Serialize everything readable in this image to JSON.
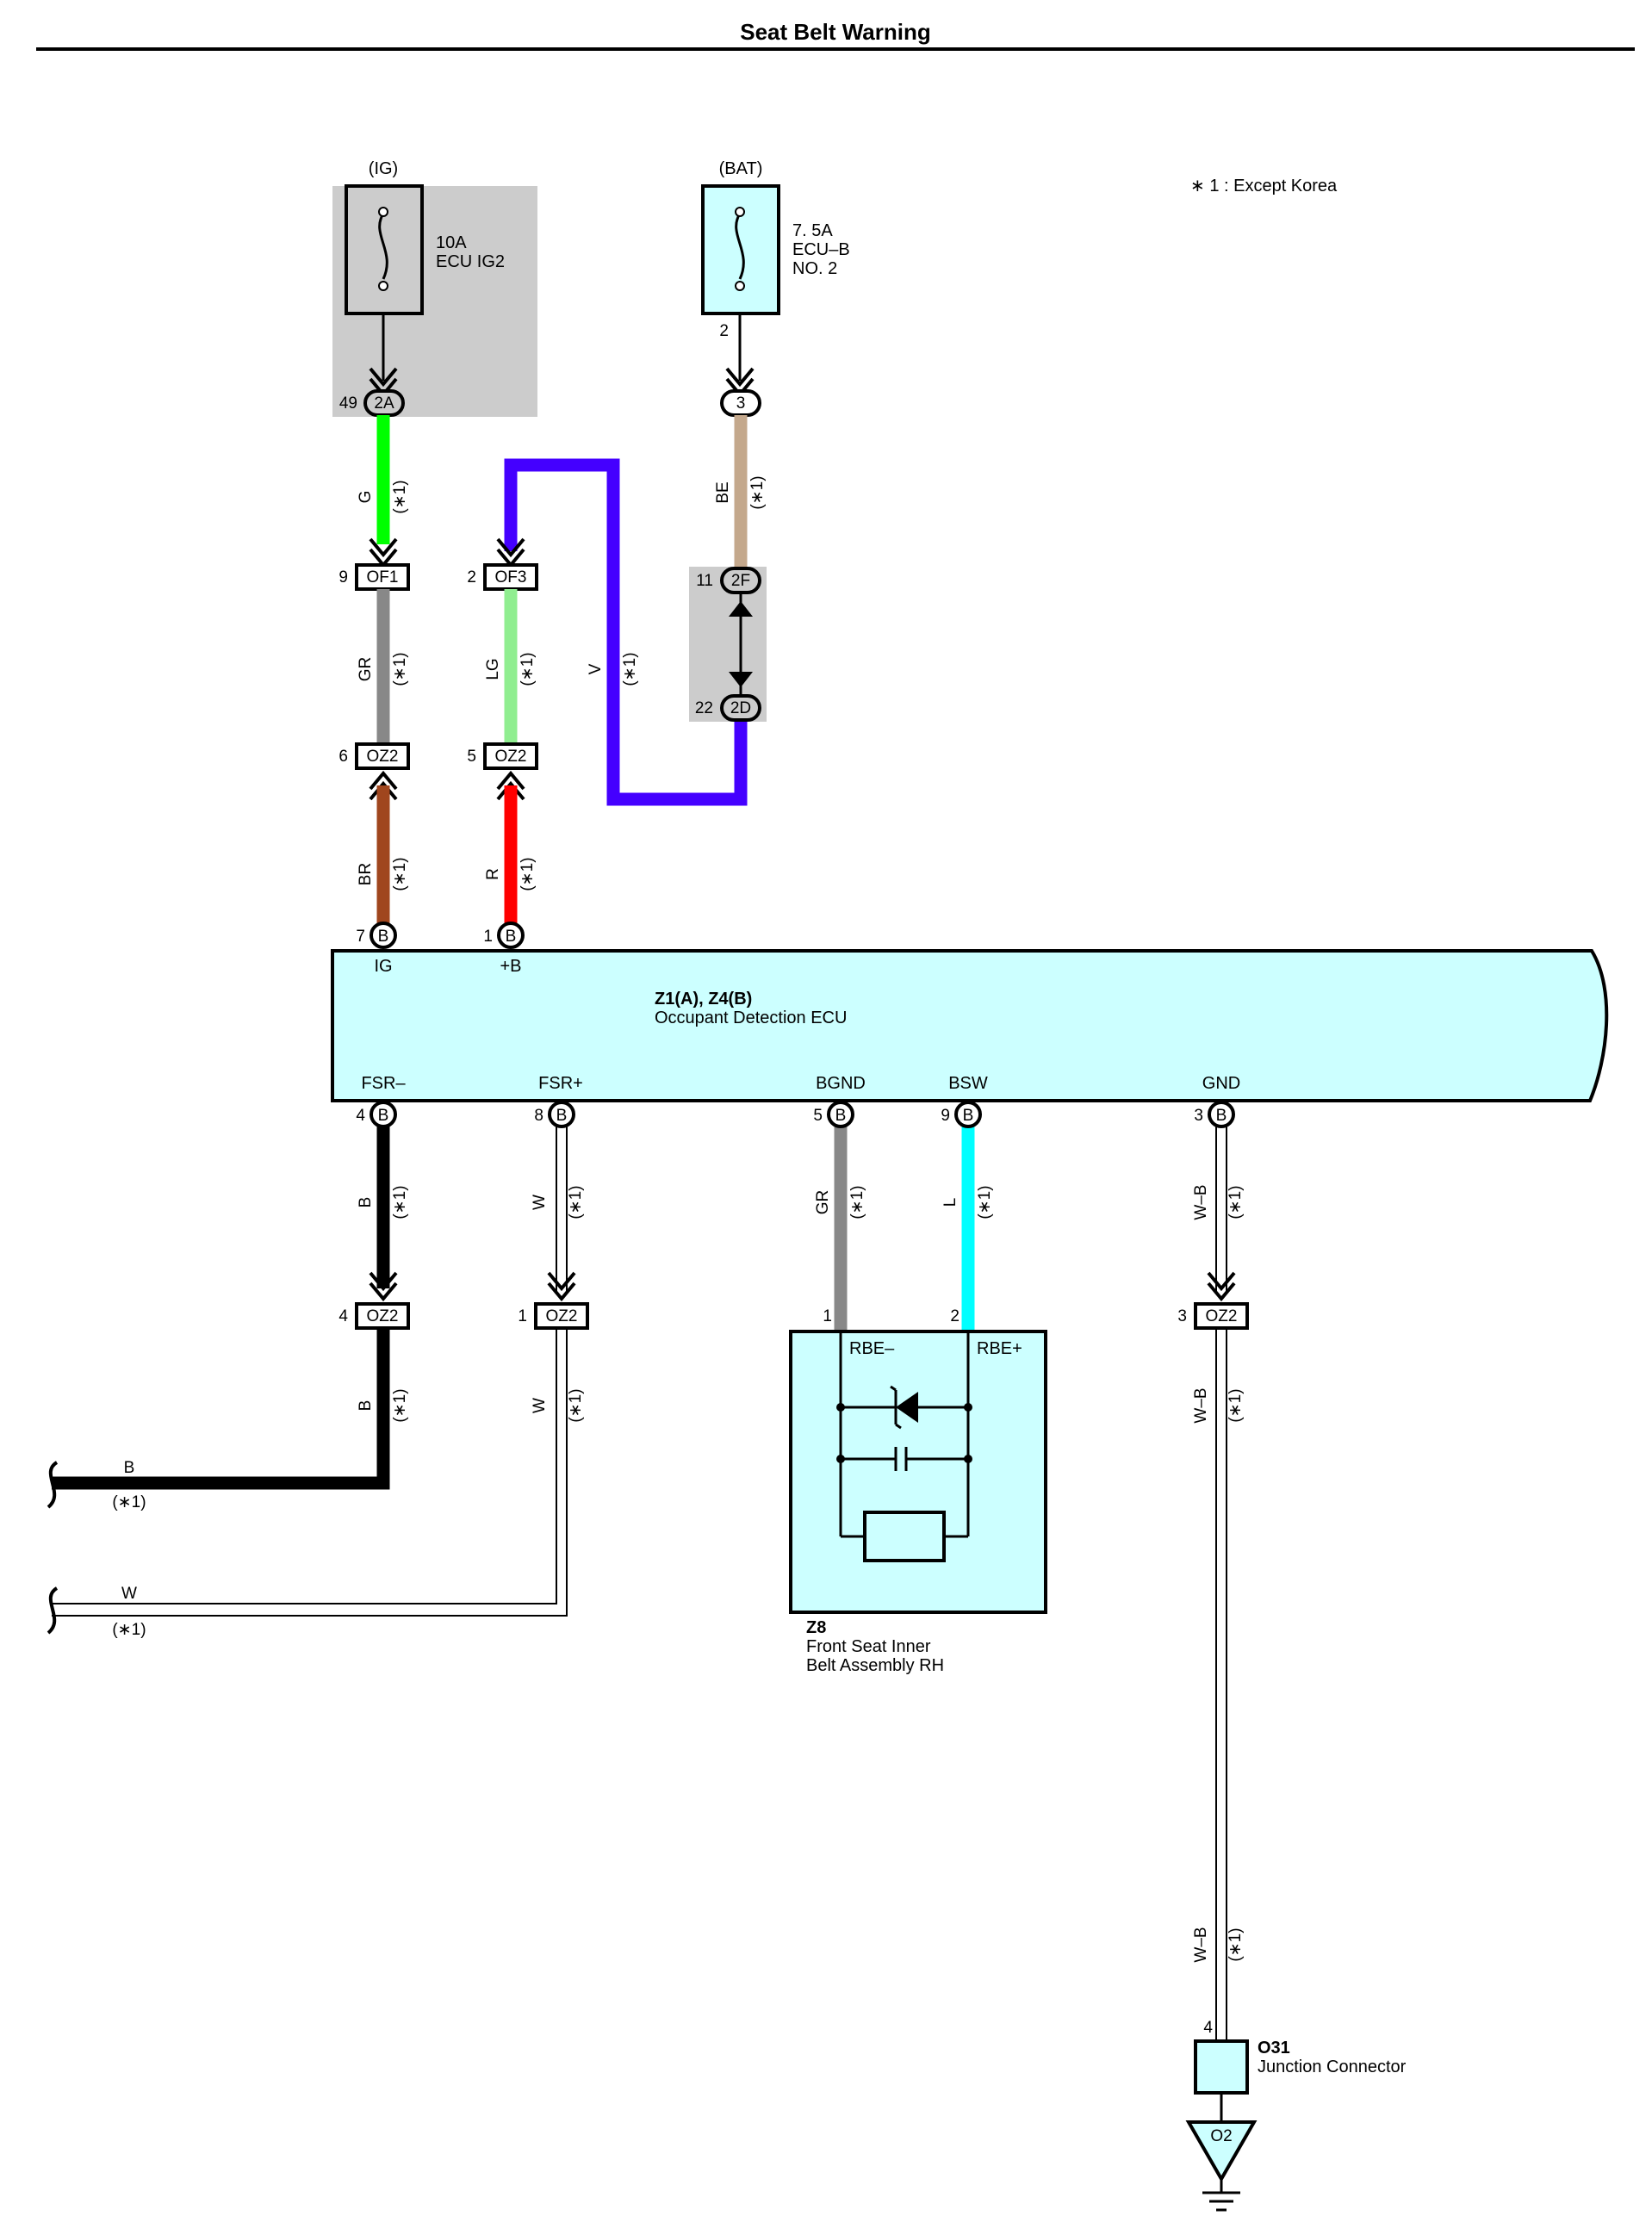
{
  "title": "Seat Belt Warning",
  "note": "∗ 1 : Except Korea",
  "colors": {
    "gray_shade": "#cccccc",
    "light_cyan": "#ccffff",
    "G": "#00ff00",
    "GR": "#888888",
    "BR": "#a0461e",
    "LG": "#90ee90",
    "R": "#ff0000",
    "V": "#4400ff",
    "BE": "#c4a88c",
    "B": "#000000",
    "L": "#00ffff"
  },
  "sources": {
    "ig": "(IG)",
    "bat": "(BAT)"
  },
  "fuses": {
    "ig": {
      "amp": "10A",
      "name": "ECU IG2"
    },
    "bat": {
      "amp": "7. 5A",
      "name": "ECU–B",
      "name2": "NO. 2",
      "pin": "2"
    }
  },
  "connectors": {
    "c2A": {
      "label": "2A",
      "pin": "49"
    },
    "c3": {
      "label": "3"
    },
    "of1": {
      "label": "OF1",
      "pin": "9"
    },
    "of3": {
      "label": "OF3",
      "pin": "2"
    },
    "c2F": {
      "label": "2F",
      "pin": "11"
    },
    "c2D": {
      "label": "2D",
      "pin": "22"
    },
    "oz2_6": {
      "label": "OZ2",
      "pin": "6"
    },
    "oz2_5": {
      "label": "OZ2",
      "pin": "5"
    },
    "b7": {
      "label": "B",
      "pin": "7"
    },
    "b1": {
      "label": "B",
      "pin": "1"
    },
    "b4": {
      "label": "B",
      "pin": "4"
    },
    "b8": {
      "label": "B",
      "pin": "8"
    },
    "b5": {
      "label": "B",
      "pin": "5"
    },
    "b9": {
      "label": "B",
      "pin": "9"
    },
    "b3": {
      "label": "B",
      "pin": "3"
    },
    "oz2_4": {
      "label": "OZ2",
      "pin": "4"
    },
    "oz2_1": {
      "label": "OZ2",
      "pin": "1"
    },
    "oz2_3": {
      "label": "OZ2",
      "pin": "3"
    },
    "o2": {
      "label": "O2"
    }
  },
  "wires": {
    "g": {
      "color": "G",
      "note": "(∗1)"
    },
    "gr1": {
      "color": "GR",
      "note": "(∗1)"
    },
    "br": {
      "color": "BR",
      "note": "(∗1)"
    },
    "lg": {
      "color": "LG",
      "note": "(∗1)"
    },
    "r": {
      "color": "R",
      "note": "(∗1)"
    },
    "v": {
      "color": "V",
      "note": "(∗1)"
    },
    "be": {
      "color": "BE",
      "note": "(∗1)"
    },
    "b_top": {
      "color": "B",
      "note": "(∗1)"
    },
    "b_bot": {
      "color": "B",
      "note": "(∗1)"
    },
    "w_top": {
      "color": "W",
      "note": "(∗1)"
    },
    "w_bot": {
      "color": "W",
      "note": "(∗1)"
    },
    "gr2": {
      "color": "GR",
      "note": "(∗1)"
    },
    "l": {
      "color": "L",
      "note": "(∗1)"
    },
    "wb1": {
      "color": "W–B",
      "note": "(∗1)"
    },
    "wb2": {
      "color": "W–B",
      "note": "(∗1)"
    },
    "wb3": {
      "color": "W–B",
      "note": "(∗1)"
    },
    "b_left": {
      "color": "B",
      "note": "(∗1)"
    },
    "w_left": {
      "color": "W",
      "note": "(∗1)"
    }
  },
  "ecu": {
    "code": "Z1(A), Z4(B)",
    "name": "Occupant Detection ECU",
    "terminals": {
      "ig": "IG",
      "b_plus": "+B",
      "fsr_minus": "FSR–",
      "fsr_plus": "FSR+",
      "bgnd": "BGND",
      "bsw": "BSW",
      "gnd": "GND"
    }
  },
  "belt": {
    "code": "Z8",
    "name1": "Front Seat Inner",
    "name2": "Belt Assembly RH",
    "t_minus": "RBE–",
    "t_plus": "RBE+",
    "pin1": "1",
    "pin2": "2"
  },
  "junction": {
    "code": "O31",
    "name": "Junction Connector",
    "pin": "4"
  }
}
